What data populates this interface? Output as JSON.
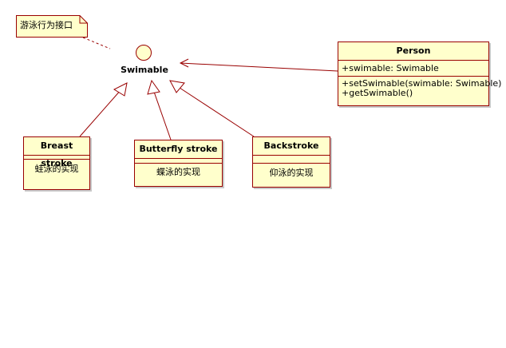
{
  "diagram": {
    "note": {
      "text": "游泳行为接口"
    },
    "interface": {
      "name": "Swimable"
    },
    "person": {
      "name": "Person",
      "attributes": [
        "+swimable: Swimable"
      ],
      "operations": [
        "+setSwimable(swimable: Swimable)",
        "+getSwimable()"
      ]
    },
    "classes": [
      {
        "name": "Breast stroke",
        "description": "蛙泳的实现"
      },
      {
        "name": "Butterfly stroke",
        "description": "蝶泳的实现"
      },
      {
        "name": "Backstroke",
        "description": "仰泳的实现"
      }
    ]
  }
}
